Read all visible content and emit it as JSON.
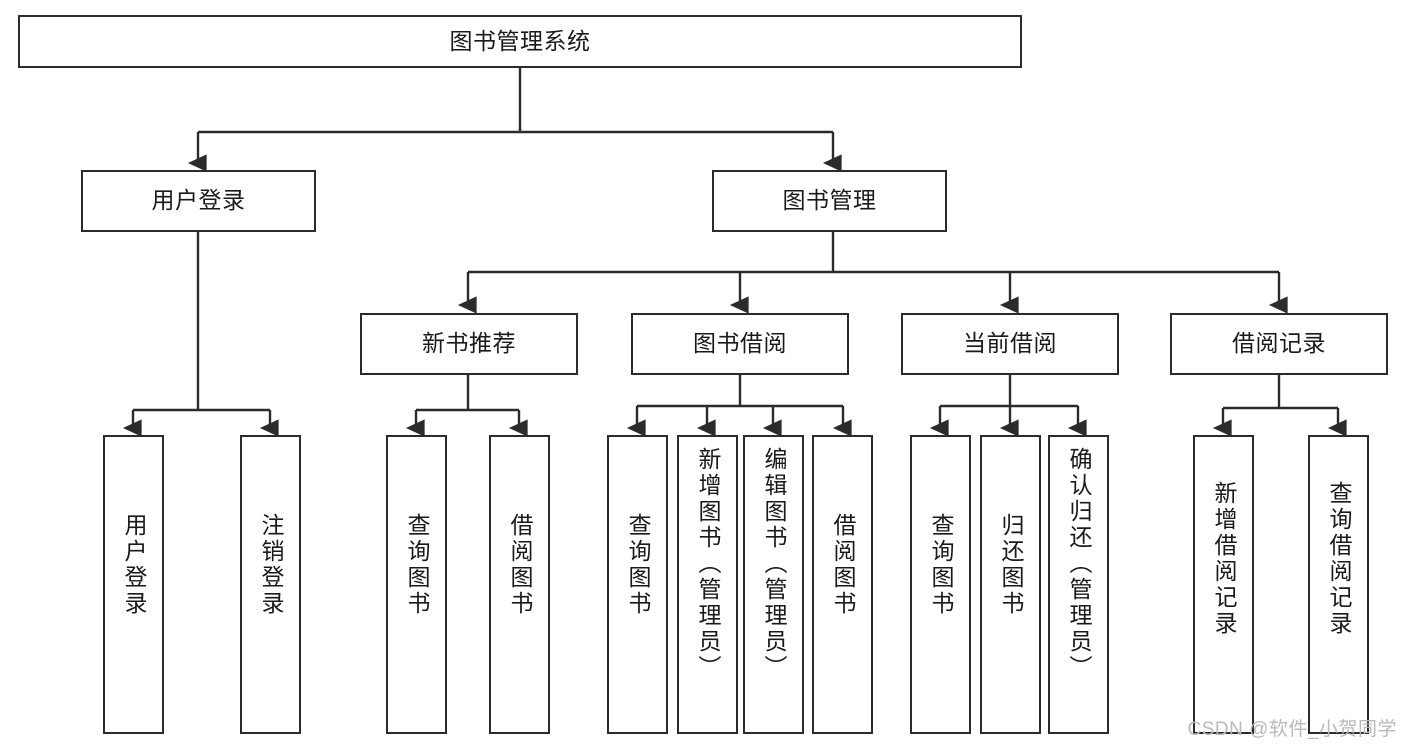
{
  "diagram": {
    "title": "图书管理系统",
    "type": "tree-hierarchy",
    "line_color": "#2b2b2b",
    "box_fill": "#ffffff",
    "text_color": "#1a1a1a"
  },
  "nodes": {
    "root": {
      "label": "图书管理系统"
    },
    "level2": [
      {
        "id": "user-login",
        "label": "用户登录"
      },
      {
        "id": "book-manage",
        "label": "图书管理"
      }
    ],
    "level3": [
      {
        "id": "new-book-rec",
        "label": "新书推荐"
      },
      {
        "id": "book-borrow",
        "label": "图书借阅"
      },
      {
        "id": "current-borrow",
        "label": "当前借阅"
      },
      {
        "id": "borrow-record",
        "label": "借阅记录"
      }
    ],
    "leaves": {
      "user-login": [
        {
          "id": "leaf-user-login",
          "label": "用户登录"
        },
        {
          "id": "leaf-logout",
          "label": "注销登录"
        }
      ],
      "new-book-rec": [
        {
          "id": "leaf-query-book-1",
          "label": "查询图书"
        },
        {
          "id": "leaf-borrow-book-1",
          "label": "借阅图书"
        }
      ],
      "book-borrow": [
        {
          "id": "leaf-query-book-2",
          "label": "查询图书"
        },
        {
          "id": "leaf-add-book",
          "label": "新增图书（管理员）"
        },
        {
          "id": "leaf-edit-book",
          "label": "编辑图书（管理员）"
        },
        {
          "id": "leaf-borrow-book-2",
          "label": "借阅图书"
        }
      ],
      "current-borrow": [
        {
          "id": "leaf-query-book-3",
          "label": "查询图书"
        },
        {
          "id": "leaf-return-book",
          "label": "归还图书"
        },
        {
          "id": "leaf-confirm-return",
          "label": "确认归还（管理员）"
        }
      ],
      "borrow-record": [
        {
          "id": "leaf-add-record",
          "label": "新增借阅记录"
        },
        {
          "id": "leaf-query-record",
          "label": "查询借阅记录"
        }
      ]
    }
  },
  "watermark": {
    "text": "CSDN @软件_小贺同学"
  }
}
